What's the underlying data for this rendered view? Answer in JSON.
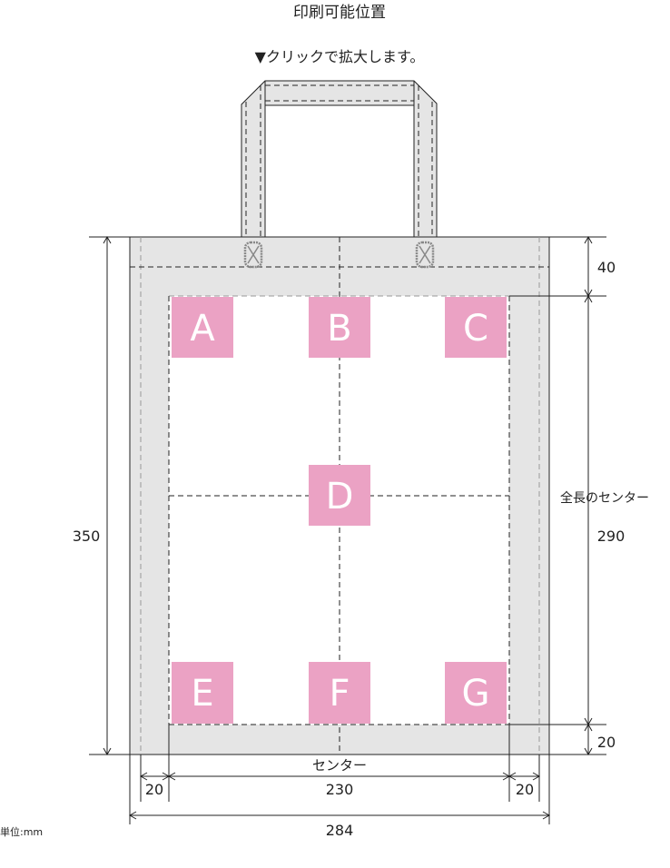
{
  "title": "印刷可能位置",
  "subtitle": "▼クリックで拡大します。",
  "colors": {
    "bag": "#e5e5e5",
    "print_area": "#ffffff",
    "position": "#eba2c4"
  },
  "positions": [
    "A",
    "B",
    "C",
    "D",
    "E",
    "F",
    "G"
  ],
  "dimensions": {
    "height_total": "350",
    "top_margin": "40",
    "print_height": "290",
    "bottom_margin": "20",
    "side_left": "20",
    "print_width": "230",
    "side_right": "20",
    "width_total": "284",
    "center_label": "センター",
    "vertical_center_label": "全長のセンター"
  },
  "unit": "単位:mm"
}
